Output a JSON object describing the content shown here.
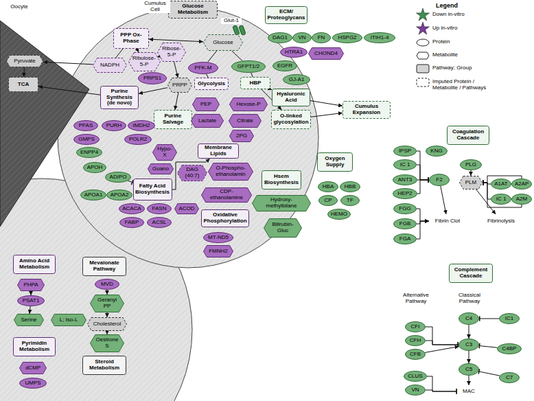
{
  "diagram": {
    "nodes": [
      {
        "text": [
          "Pyruvate"
        ]
      },
      {
        "text": [
          "TCA"
        ]
      },
      {
        "text": [
          "Glucose Metabolism"
        ]
      },
      {
        "text": [
          "ECM/ Proteoglycans"
        ]
      },
      {
        "text": [
          "PPP Ox-Phase"
        ]
      },
      {
        "text": [
          "Glucose"
        ]
      },
      {
        "text": [
          "NADPH"
        ]
      },
      {
        "text": [
          "Ribulose-5-P"
        ]
      },
      {
        "text": [
          "Ribose-5-P"
        ]
      },
      {
        "text": [
          "PRPS1"
        ]
      },
      {
        "text": [
          "PRPP"
        ]
      },
      {
        "text": [
          "PFK-M"
        ]
      },
      {
        "text": [
          "GFPT1/2"
        ]
      },
      {
        "text": [
          "Glycolysis"
        ]
      },
      {
        "text": [
          "HBP"
        ]
      },
      {
        "text": [
          "Purine Synthesis (de novo)"
        ]
      },
      {
        "text": [
          "Purine Salvage"
        ]
      },
      {
        "text": [
          "PEP"
        ]
      },
      {
        "text": [
          "Hexose-P"
        ]
      },
      {
        "text": [
          "Lactate"
        ]
      },
      {
        "text": [
          "Citrate"
        ]
      },
      {
        "text": [
          "2PG"
        ]
      },
      {
        "text": [
          "DAG1"
        ]
      },
      {
        "text": [
          "VN"
        ]
      },
      {
        "text": [
          "FN"
        ]
      },
      {
        "text": [
          "HSPG2"
        ]
      },
      {
        "text": [
          "ITIH1-4"
        ]
      },
      {
        "text": [
          "HTRA1"
        ]
      },
      {
        "text": [
          "CHOND4"
        ]
      },
      {
        "text": [
          "EGFR"
        ]
      },
      {
        "text": [
          "GJ-A1"
        ]
      },
      {
        "text": [
          "Hyaluronic Acid"
        ]
      },
      {
        "text": [
          "O-linked glycosylation"
        ]
      },
      {
        "text": [
          "Cumulus Expansion"
        ]
      },
      {
        "text": [
          "PFAS"
        ]
      },
      {
        "text": [
          "PURH"
        ]
      },
      {
        "text": [
          "IMDH2"
        ]
      },
      {
        "text": [
          "GMPS"
        ]
      },
      {
        "text": [
          "POLR2"
        ]
      },
      {
        "text": [
          "ENPP4"
        ]
      },
      {
        "text": [
          "Hypo-X"
        ]
      },
      {
        "text": [
          "Guano"
        ]
      },
      {
        "text": [
          "Membrane Lipids"
        ]
      },
      {
        "text": [
          "APOH"
        ]
      },
      {
        "text": [
          "ADIPO"
        ]
      },
      {
        "text": [
          "Fatty Acid Biosynthesis"
        ]
      },
      {
        "text": [
          "DAG (40:7)"
        ]
      },
      {
        "text": [
          "O-Phospho-ethanolamin"
        ]
      },
      {
        "text": [
          "APOA1"
        ]
      },
      {
        "text": [
          "APOA2"
        ]
      },
      {
        "text": [
          "CDP-ethanolamine"
        ]
      },
      {
        "text": [
          "ACACA"
        ]
      },
      {
        "text": [
          "FASN"
        ]
      },
      {
        "text": [
          "ACOD"
        ]
      },
      {
        "text": [
          "FABP"
        ]
      },
      {
        "text": [
          "ACSL"
        ]
      },
      {
        "text": [
          "Oxidative Phosphorylation"
        ]
      },
      {
        "text": [
          "MT-ND5"
        ]
      },
      {
        "text": [
          "FMNH2"
        ]
      },
      {
        "text": [
          "Oxygen Supply"
        ]
      },
      {
        "text": [
          "HBA"
        ]
      },
      {
        "text": [
          "HBB"
        ]
      },
      {
        "text": [
          "CP"
        ]
      },
      {
        "text": [
          "TF"
        ]
      },
      {
        "text": [
          "HEMO"
        ]
      },
      {
        "text": [
          "Hsem Biosynthesis"
        ]
      },
      {
        "text": [
          "Hydroxy-methylbilane"
        ]
      },
      {
        "text": [
          "Bilirubin-Gluc"
        ]
      },
      {
        "text": [
          "Amino Acid Metabolism"
        ]
      },
      {
        "text": [
          "PHPA"
        ]
      },
      {
        "text": [
          "PSAT1"
        ]
      },
      {
        "text": [
          "Serine"
        ]
      },
      {
        "text": [
          "L; Iso-L"
        ]
      },
      {
        "text": [
          "Pyrimidin Metabolism"
        ]
      },
      {
        "text": [
          "dCMP"
        ]
      },
      {
        "text": [
          "UMPS"
        ]
      },
      {
        "text": [
          "Mevalonate Pathway"
        ]
      },
      {
        "text": [
          "MVD"
        ]
      },
      {
        "text": [
          "Geranyl PP"
        ]
      },
      {
        "text": [
          "Cholesterol"
        ]
      },
      {
        "text": [
          "Oestrone S"
        ]
      },
      {
        "text": [
          "Steroid Metabolism"
        ]
      },
      {
        "text": [
          "Coagulation Cascade"
        ]
      },
      {
        "text": [
          "IPSP"
        ]
      },
      {
        "text": [
          "KNG"
        ]
      },
      {
        "text": [
          "IC 1"
        ]
      },
      {
        "text": [
          "ANT3"
        ]
      },
      {
        "text": [
          "HEP2"
        ]
      },
      {
        "text": [
          "F2"
        ]
      },
      {
        "text": [
          "PLG"
        ]
      },
      {
        "text": [
          "PLM"
        ]
      },
      {
        "text": [
          "A1AT"
        ]
      },
      {
        "text": [
          "A2AP"
        ]
      },
      {
        "text": [
          "IC 1"
        ]
      },
      {
        "text": [
          "A2M"
        ]
      },
      {
        "text": [
          "FGG"
        ]
      },
      {
        "text": [
          "FGB"
        ]
      },
      {
        "text": [
          "FGA"
        ]
      },
      {
        "text": [
          "Fibrin Clot"
        ]
      },
      {
        "text": [
          "Fibrinolysis"
        ]
      },
      {
        "text": [
          "Complement Cascade"
        ]
      },
      {
        "text": [
          "C4"
        ]
      },
      {
        "text": [
          "IC1"
        ]
      },
      {
        "text": [
          "CFI"
        ]
      },
      {
        "text": [
          "CFH"
        ]
      },
      {
        "text": [
          "CFB"
        ]
      },
      {
        "text": [
          "C3"
        ]
      },
      {
        "text": [
          "C4BP"
        ]
      },
      {
        "text": [
          "C5"
        ]
      },
      {
        "text": [
          "C7"
        ]
      },
      {
        "text": [
          "CLUS"
        ]
      },
      {
        "text": [
          "VN"
        ]
      },
      {
        "text": [
          "MAC"
        ]
      }
    ],
    "edges": [
      {
        "from": 4,
        "to": 5,
        "arrow": "both"
      },
      {
        "from": 5,
        "to": 11,
        "arrow": "none"
      },
      {
        "from": 5,
        "to": 12,
        "arrow": "none"
      },
      {
        "from": 11,
        "to": 13,
        "arrow": "none"
      },
      {
        "from": 12,
        "to": 14,
        "arrow": "none"
      },
      {
        "from": 4,
        "to": 6,
        "arrow": "none"
      },
      {
        "from": 4,
        "to": 7,
        "arrow": "to"
      },
      {
        "from": 7,
        "to": 8,
        "arrow": "to"
      },
      {
        "from": 8,
        "to": 10,
        "arrow": "to"
      },
      {
        "from": 10,
        "to": 15,
        "arrow": "to"
      },
      {
        "from": 10,
        "to": 16,
        "arrow": "to"
      },
      {
        "from": 6,
        "to": 0,
        "arrow": "to"
      },
      {
        "from": 0,
        "to": 1,
        "arrow": "to"
      },
      {
        "from": 15,
        "to": 1,
        "arrow": "to"
      },
      {
        "from": 45,
        "to": 42,
        "arrow": "to"
      },
      {
        "from": 44,
        "to": 45,
        "arrow": "to"
      },
      {
        "from": 14,
        "to": 31,
        "arrow": "to"
      },
      {
        "from": 14,
        "to": 32,
        "arrow": "to"
      },
      {
        "from": 31,
        "to": 33,
        "arrow": "to"
      },
      {
        "from": 32,
        "to": 33,
        "arrow": "to"
      },
      {
        "from": 69,
        "to": 70,
        "arrow": "to"
      },
      {
        "from": 70,
        "to": 71,
        "arrow": "to"
      },
      {
        "from": 77,
        "to": 78,
        "arrow": "to"
      },
      {
        "from": 78,
        "to": 79,
        "arrow": "to"
      },
      {
        "from": 79,
        "to": 80,
        "arrow": "to"
      },
      {
        "from": 83,
        "to": 88,
        "arrow": "to"
      },
      {
        "from": 85,
        "to": 88,
        "arrow": "to"
      },
      {
        "from": 86,
        "to": 88,
        "arrow": "to"
      },
      {
        "from": 87,
        "to": 88,
        "arrow": "to"
      },
      {
        "from": 88,
        "to": 98,
        "arrow": "to"
      },
      {
        "from": 95,
        "to": 98,
        "arrow": "to"
      },
      {
        "from": 96,
        "to": 98,
        "arrow": "to"
      },
      {
        "from": 97,
        "to": 98,
        "arrow": "to"
      },
      {
        "from": 89,
        "to": 90,
        "arrow": "to"
      },
      {
        "from": 91,
        "to": 90,
        "arrow": "to"
      },
      {
        "from": 92,
        "to": 90,
        "arrow": "to"
      },
      {
        "from": 93,
        "to": 90,
        "arrow": "to"
      },
      {
        "from": 94,
        "to": 90,
        "arrow": "to"
      },
      {
        "from": 90,
        "to": 99,
        "arrow": "to"
      },
      {
        "from": 102,
        "to": 101,
        "arrow": "to"
      },
      {
        "from": 101,
        "to": 106,
        "arrow": "to"
      },
      {
        "from": 106,
        "to": 108,
        "arrow": "to"
      },
      {
        "from": 108,
        "to": 112,
        "arrow": "to"
      },
      {
        "from": 103,
        "to": 106,
        "arrow": "to"
      },
      {
        "from": 104,
        "to": 106,
        "arrow": "to"
      },
      {
        "from": 105,
        "to": 106,
        "arrow": "to"
      },
      {
        "from": 107,
        "to": 106,
        "arrow": "to"
      },
      {
        "from": 109,
        "to": 108,
        "arrow": "to"
      },
      {
        "from": 110,
        "to": 112,
        "arrow": "to"
      },
      {
        "from": 111,
        "to": 112,
        "arrow": "to"
      }
    ],
    "labels": [
      "Oocyte",
      "Cumulus Cell",
      "Glut-1",
      "Legend",
      "Alternative Pathway",
      "Classical Pathway"
    ],
    "legend": [
      {
        "text": "Down in-vitro",
        "color": "#3f8f4f"
      },
      {
        "text": "Up in-vitro",
        "color": "#7a3b96"
      },
      {
        "text": "Protein"
      },
      {
        "text": "Metabolite"
      },
      {
        "text": "Pathway; Group"
      },
      {
        "text": "Imputed Protein / Metabolite / Pathways"
      }
    ]
  }
}
